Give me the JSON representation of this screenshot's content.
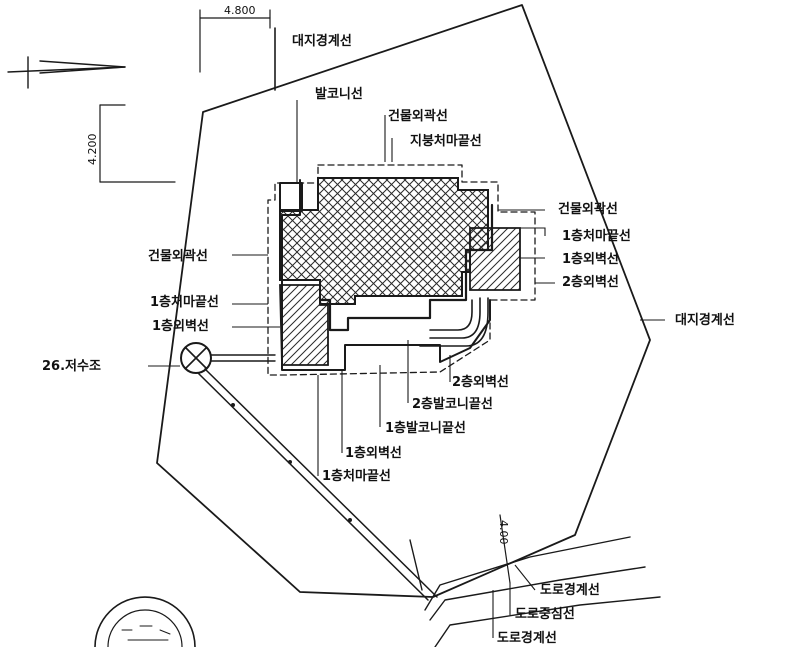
{
  "dimensions": {
    "top_width": "4.800",
    "side_height": "4.200",
    "road_gap": "4.00"
  },
  "labels": {
    "adjacent_boundary_top": "대지경계선",
    "balcony_line_top": "발코니선",
    "building_line_top": "건물외곽선",
    "roof_eave_line_top": "지붕처마끝선",
    "building_line_left": "건물외곽선",
    "eave_line_1f_left": "1층처마끝선",
    "wall_line_1f_left": "1층외벽선",
    "manhole": "26.저수조",
    "building_line_right": "건물외곽선",
    "eave_line_1f_right": "1층처마끝선",
    "wall_line_1f_right": "1층외벽선",
    "wall_line_2f_right": "2층외벽선",
    "site_boundary_right": "대지경계선",
    "wall_line_2f_bottom": "2층외벽선",
    "balcony_line_2f_bottom": "2층발코니끝선",
    "balcony_line_1f_bottom": "1층발코니끝선",
    "wall_line_1f_bottom": "1층외벽선",
    "eave_line_1f_bottom": "1층처마끝선",
    "road_boundary_1": "도로경계선",
    "road_center_line": "도로중심선",
    "road_boundary_2": "도로경계선"
  },
  "colors": {
    "ink": "#1a1a1a",
    "hatch": "#2a2a2a",
    "paper": "#ffffff"
  },
  "icons": {
    "north_arrow": "north-arrow-icon",
    "manhole": "manhole-icon",
    "stamp": "seal-stamp"
  }
}
